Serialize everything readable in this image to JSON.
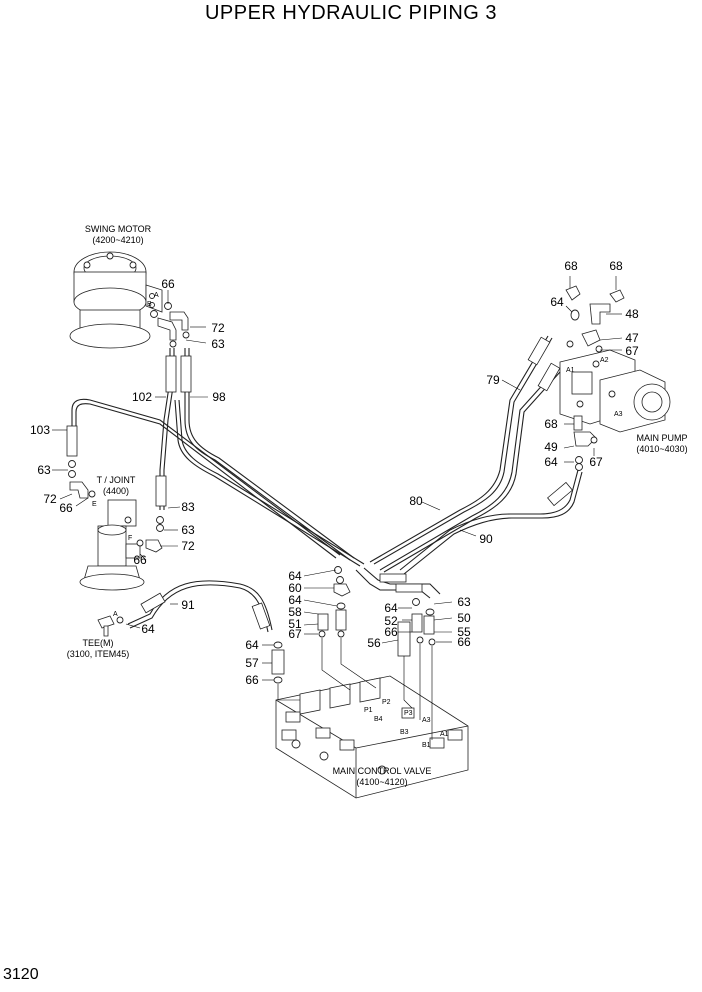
{
  "title": "UPPER HYDRAULIC PIPING 3",
  "page_number": "3120",
  "components": {
    "swing_motor": {
      "name": "SWING MOTOR",
      "ref": "(4200~4210)",
      "port_a": "A",
      "port_b": "B"
    },
    "t_joint": {
      "name": "T / JOINT",
      "ref": "(4400)",
      "port_e": "E",
      "port_f": "F"
    },
    "main_pump": {
      "name": "MAIN PUMP",
      "ref": "(4010~4030)",
      "port_a1": "A1",
      "port_a2": "A2",
      "port_a3": "A3"
    },
    "main_control_valve": {
      "name": "MAIN CONTROL VALVE",
      "ref": "(4100~4120)",
      "ports": {
        "p1": "P1",
        "b4": "B4",
        "p2": "P2",
        "p3": "P3",
        "a3": "A3",
        "b3": "B3",
        "b1": "B1",
        "a1": "A1"
      }
    },
    "tee": {
      "name": "TEE(M)",
      "ref": "(3100, ITEM45)",
      "port_a": "A"
    }
  },
  "callouts": {
    "c66a": "66",
    "c72a": "72",
    "c63a": "63",
    "c102": "102",
    "c98": "98",
    "c103": "103",
    "c63b": "63",
    "c72b": "72",
    "c66b": "66",
    "c83": "83",
    "c63c": "63",
    "c72c": "72",
    "c66c": "66",
    "c91": "91",
    "c64a": "64",
    "c68a": "68",
    "c68b": "68",
    "c64b": "64",
    "c48": "48",
    "c47": "47",
    "c67a": "67",
    "c79": "79",
    "c68c": "68",
    "c49": "49",
    "c64c": "64",
    "c67b": "67",
    "c80": "80",
    "c90": "90",
    "c64d": "64",
    "c60": "60",
    "c64e": "64",
    "c58": "58",
    "c51": "51",
    "c67c": "67",
    "c64f": "64",
    "c63d": "63",
    "c50": "50",
    "c52": "52",
    "c55": "55",
    "c56": "56",
    "c66d": "66",
    "c66e": "66",
    "c64g": "64",
    "c57": "57",
    "c66f": "66"
  }
}
